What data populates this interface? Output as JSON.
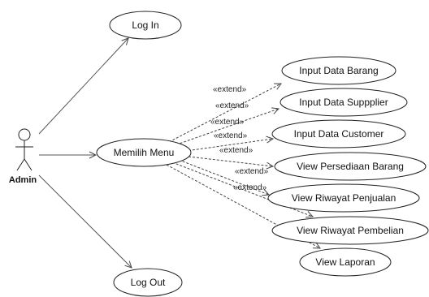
{
  "actor": {
    "name": "Admin"
  },
  "use_cases": {
    "login": "Log In",
    "menu": "Memilih Menu",
    "logout": "Log Out",
    "input_barang": "Input Data Barang",
    "input_supplier": "Input Data Suppplier",
    "input_customer": "Input Data Customer",
    "persediaan": "View Persediaan Barang",
    "riwayat_penjualan": "View Riwayat Penjualan",
    "riwayat_pembelian": "View Riwayat Pembelian",
    "laporan": "View Laporan"
  },
  "relations": {
    "extend_label": "«extend»"
  }
}
